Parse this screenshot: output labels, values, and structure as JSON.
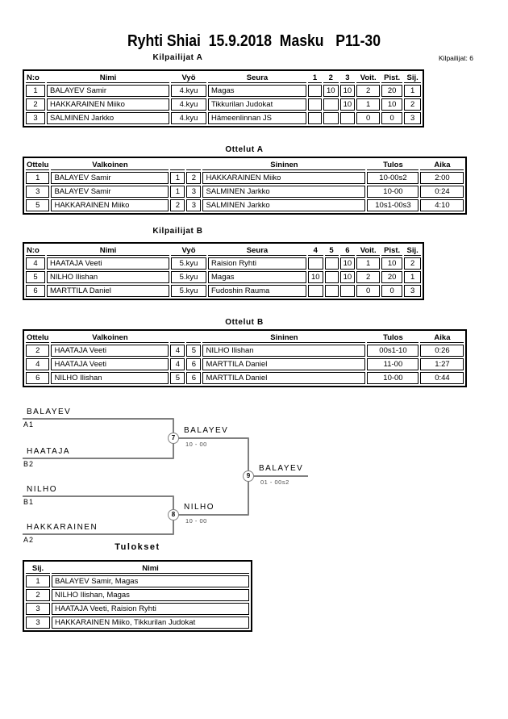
{
  "page": {
    "title": "Ryhti Shiai  15.9.2018  Masku   P11-30",
    "competitor_count_label": "Kilpailijat: 6"
  },
  "sections": {
    "kilpailijat_a": {
      "title": "Kilpailijat A",
      "headers": [
        "N:o",
        "Nimi",
        "Vyö",
        "Seura",
        "1",
        "2",
        "3",
        "Voit.",
        "Pist.",
        "Sij."
      ],
      "rows": [
        [
          "1",
          "BALAYEV Samir",
          "4.kyu",
          "Magas",
          "",
          "10",
          "10",
          "2",
          "20",
          "1"
        ],
        [
          "2",
          "HAKKARAINEN Miiko",
          "4.kyu",
          "Tikkurilan Judokat",
          "",
          "",
          "10",
          "1",
          "10",
          "2"
        ],
        [
          "3",
          "SALMINEN Jarkko",
          "4.kyu",
          "Hämeenlinnan JS",
          "",
          "",
          "",
          "0",
          "0",
          "3"
        ]
      ]
    },
    "ottelut_a": {
      "title": "Ottelut A",
      "headers": [
        "Ottelu",
        "Valkoinen",
        "",
        "",
        "Sininen",
        "Tulos",
        "Aika"
      ],
      "rows": [
        [
          "1",
          "BALAYEV Samir",
          "1",
          "2",
          "HAKKARAINEN Miiko",
          "10-00s2",
          "2:00"
        ],
        [
          "3",
          "BALAYEV Samir",
          "1",
          "3",
          "SALMINEN Jarkko",
          "10-00",
          "0:24"
        ],
        [
          "5",
          "HAKKARAINEN Miiko",
          "2",
          "3",
          "SALMINEN Jarkko",
          "10s1-00s3",
          "4:10"
        ]
      ]
    },
    "kilpailijat_b": {
      "title": "Kilpailijat B",
      "headers": [
        "N:o",
        "Nimi",
        "Vyö",
        "Seura",
        "4",
        "5",
        "6",
        "Voit.",
        "Pist.",
        "Sij."
      ],
      "rows": [
        [
          "4",
          "HAATAJA Veeti",
          "5.kyu",
          "Raision Ryhti",
          "",
          "",
          "10",
          "1",
          "10",
          "2"
        ],
        [
          "5",
          "NILHO Ilishan",
          "5.kyu",
          "Magas",
          "10",
          "",
          "10",
          "2",
          "20",
          "1"
        ],
        [
          "6",
          "MARTTILA Daniel",
          "5.kyu",
          "Fudoshin Rauma",
          "",
          "",
          "",
          "0",
          "0",
          "3"
        ]
      ]
    },
    "ottelut_b": {
      "title": "Ottelut B",
      "headers": [
        "Ottelu",
        "Valkoinen",
        "",
        "",
        "Sininen",
        "Tulos",
        "Aika"
      ],
      "rows": [
        [
          "2",
          "HAATAJA Veeti",
          "4",
          "5",
          "NILHO Ilishan",
          "00s1-10",
          "0:26"
        ],
        [
          "4",
          "HAATAJA Veeti",
          "4",
          "6",
          "MARTTILA Daniel",
          "11-00",
          "1:27"
        ],
        [
          "6",
          "NILHO Ilishan",
          "5",
          "6",
          "MARTTILA Daniel",
          "10-00",
          "0:44"
        ]
      ]
    },
    "tulokset": {
      "title": "Tulokset",
      "headers": [
        "Sij.",
        "Nimi"
      ],
      "rows": [
        [
          "1",
          "BALAYEV Samir, Magas"
        ],
        [
          "2",
          "NILHO Ilishan, Magas"
        ],
        [
          "3",
          "HAATAJA Veeti, Raision Ryhti"
        ],
        [
          "3",
          "HAKKARAINEN Miiko, Tikkurilan Judokat"
        ]
      ]
    }
  },
  "bracket": {
    "line_color": "#808080",
    "slots": [
      {
        "name": "BALAYEV",
        "seed": "A1"
      },
      {
        "name": "HAATAJA",
        "seed": "B2"
      },
      {
        "name": "NILHO",
        "seed": "B1"
      },
      {
        "name": "HAKKARAINEN",
        "seed": "A2"
      }
    ],
    "matches": [
      {
        "number": "7",
        "winner": "BALAYEV",
        "score": "10 - 00"
      },
      {
        "number": "8",
        "winner": "NILHO",
        "score": "10 - 00"
      },
      {
        "number": "9",
        "winner": "BALAYEV",
        "score": "01 - 00s2"
      }
    ]
  }
}
